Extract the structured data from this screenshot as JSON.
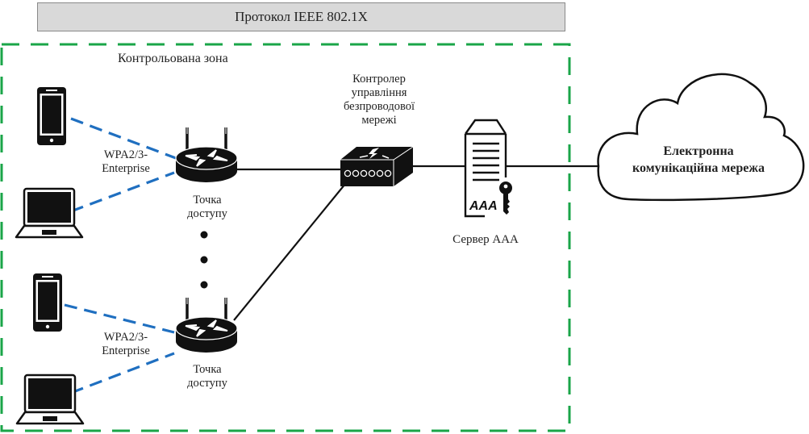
{
  "header": {
    "protocol": "Протокол IEEE 802.1X"
  },
  "zone": {
    "label": "Контрольована зона",
    "border_color": "#1aa548"
  },
  "link_colors": {
    "wireless": "#1f6fc0",
    "wired": "#111111"
  },
  "access_points": [
    {
      "label_line1": "Точка",
      "label_line2": "доступу",
      "encryption_line1": "WPA2/3-",
      "encryption_line2": "Enterprise"
    },
    {
      "label_line1": "Точка",
      "label_line2": "доступу",
      "encryption_line1": "WPA2/3-",
      "encryption_line2": "Enterprise"
    }
  ],
  "controller": {
    "line1": "Контролер",
    "line2": "управління",
    "line3": "безпроводової",
    "line4": "мережі"
  },
  "aaa_server": {
    "label": "Сервер ААА",
    "badge": "AAA"
  },
  "cloud": {
    "line1": "Електронна",
    "line2": "комунікаційна мережа"
  },
  "devices": [
    "smartphone",
    "laptop",
    "smartphone",
    "laptop"
  ]
}
